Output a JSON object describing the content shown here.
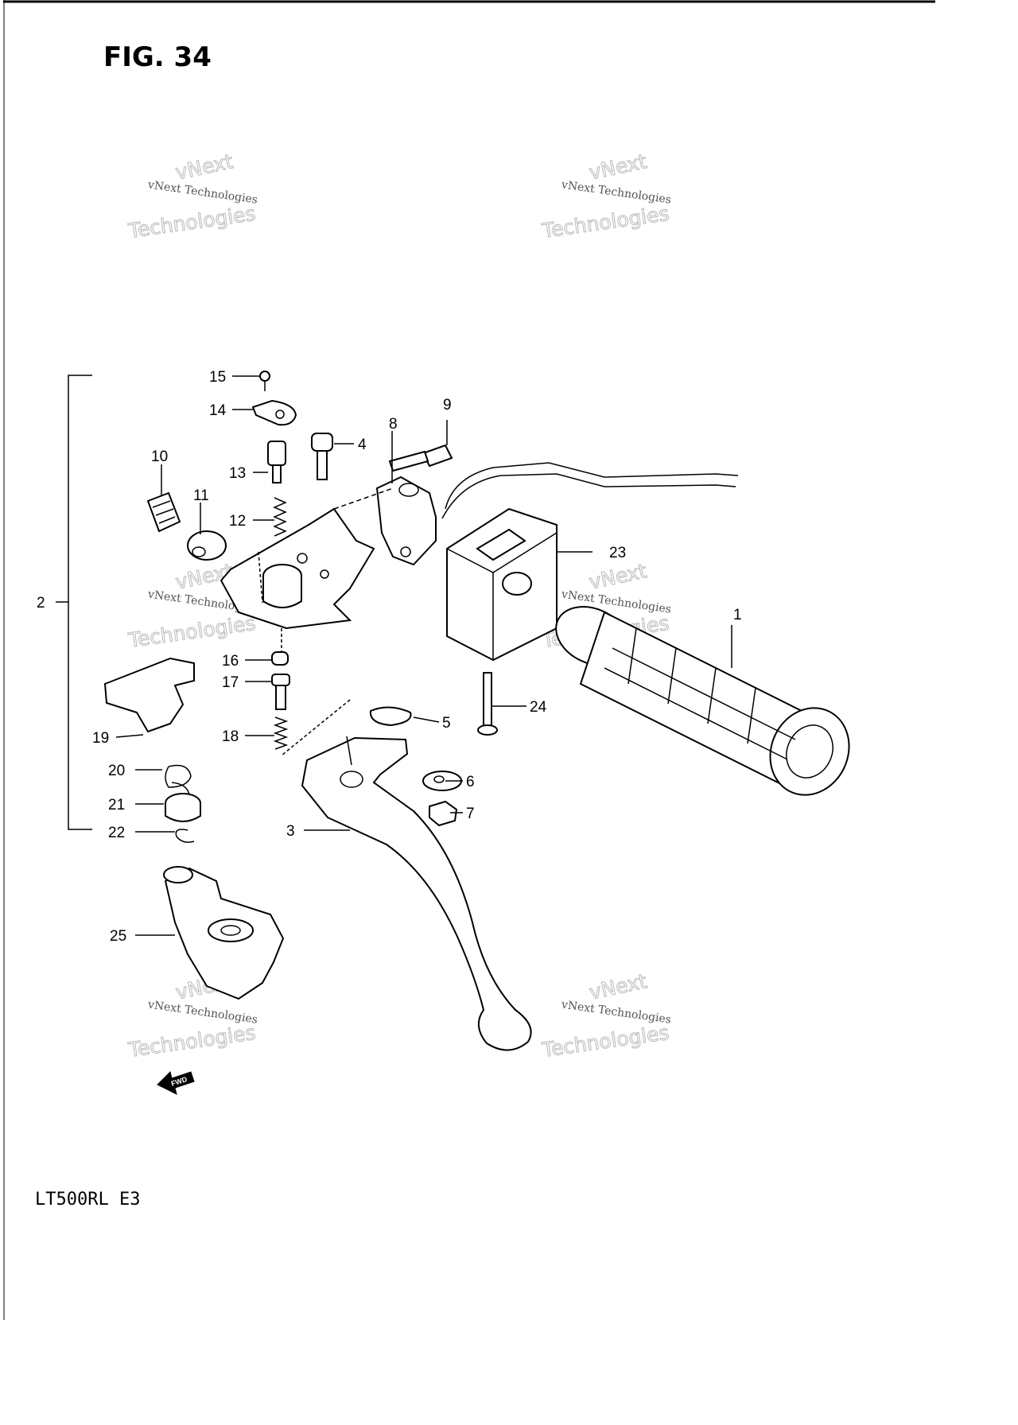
{
  "figure": {
    "title": "FIG. 34",
    "model": "LT500RL  E3"
  },
  "watermark": {
    "line1": "vNext Technologies",
    "line2": "vNext",
    "line3": "Technologies"
  },
  "fwd_label": "FWD",
  "callouts": [
    "1",
    "2",
    "3",
    "4",
    "5",
    "6",
    "7",
    "8",
    "9",
    "10",
    "11",
    "12",
    "13",
    "14",
    "15",
    "16",
    "17",
    "18",
    "19",
    "20",
    "21",
    "22",
    "23",
    "24",
    "25"
  ]
}
